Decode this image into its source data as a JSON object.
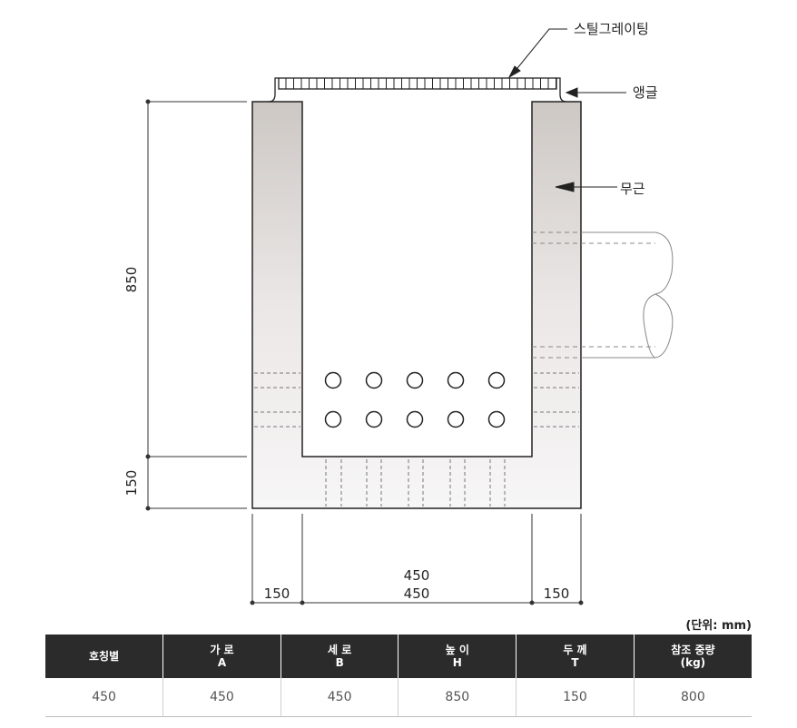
{
  "labels": {
    "grating": "스틸그레이팅",
    "angle": "앵글",
    "body": "무근"
  },
  "dimensions": {
    "height_total": "850",
    "height_base": "150",
    "width_inner_top": "450",
    "width_inner_bottom": "450",
    "wall_left": "150",
    "wall_right": "150"
  },
  "unit_note": "(단위: mm)",
  "table": {
    "headers": [
      {
        "line1": "호칭별",
        "line2": ""
      },
      {
        "line1": "가 로",
        "line2": "A"
      },
      {
        "line1": "세 로",
        "line2": "B"
      },
      {
        "line1": "높 이",
        "line2": "H"
      },
      {
        "line1": "두 께",
        "line2": "T"
      },
      {
        "line1": "참조 중량",
        "line2": "(kg)"
      }
    ],
    "rows": [
      [
        "450",
        "450",
        "450",
        "850",
        "150",
        "800"
      ]
    ]
  },
  "colors": {
    "concrete_top": "#cdc8c4",
    "concrete_bottom": "#f6f5f4",
    "header_bg": "#2b2b2b",
    "line": "#222222"
  }
}
